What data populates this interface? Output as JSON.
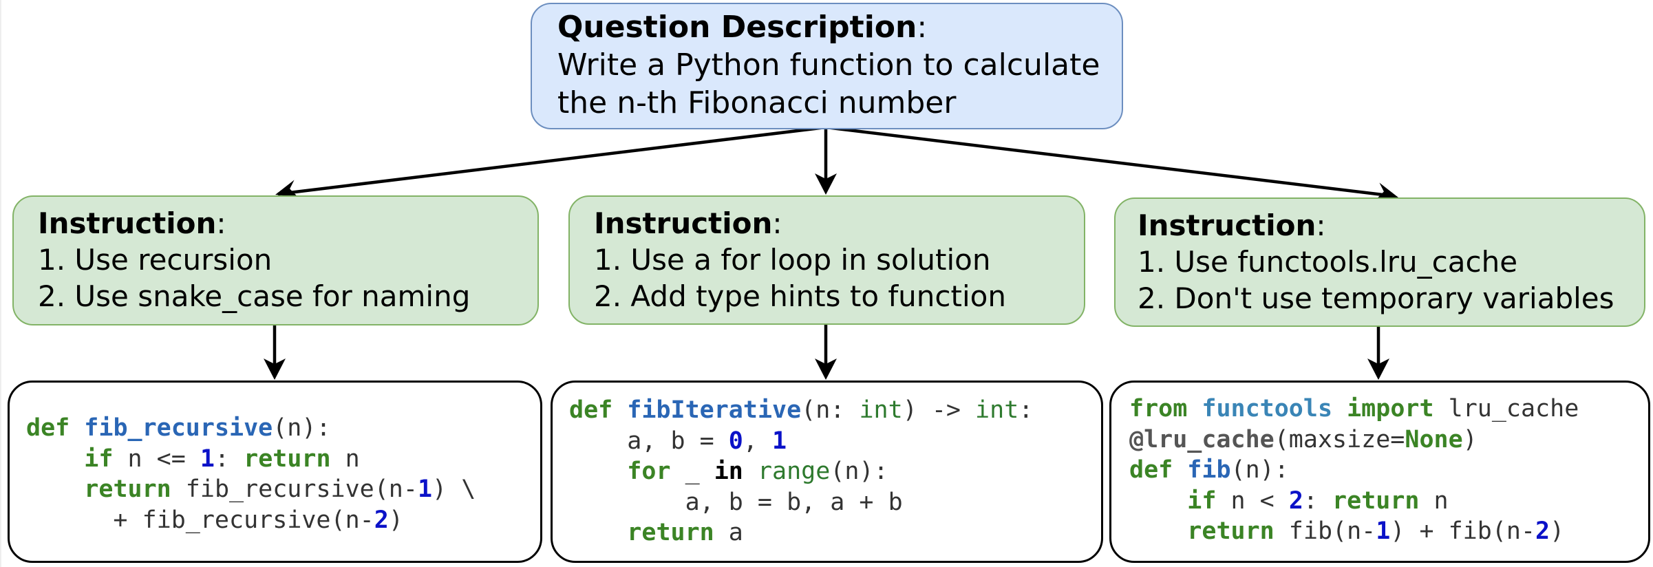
{
  "question": {
    "heading": "Question Description",
    "colon": ":",
    "lines": [
      "Write a Python function to calculate",
      "the n-th Fibonacci number"
    ]
  },
  "instructions": [
    {
      "heading": "Instruction",
      "colon": ":",
      "items": [
        "1. Use recursion",
        "2. Use snake_case for naming"
      ]
    },
    {
      "heading": "Instruction",
      "colon": ":",
      "items": [
        "1. Use a for loop in solution",
        "2. Add type hints to function"
      ]
    },
    {
      "heading": "Instruction",
      "colon": ":",
      "items": [
        "1. Use functools.lru_cache",
        "2. Don't use temporary variables"
      ]
    }
  ],
  "code": [
    {
      "lines": [
        [
          {
            "t": "def",
            "c": "k"
          },
          {
            "t": " "
          },
          {
            "t": "fib_recursive",
            "c": "fn"
          },
          {
            "t": "(n):"
          }
        ],
        [
          {
            "t": "    "
          },
          {
            "t": "if",
            "c": "k"
          },
          {
            "t": " n <= "
          },
          {
            "t": "1",
            "c": "num"
          },
          {
            "t": ": "
          },
          {
            "t": "return",
            "c": "k"
          },
          {
            "t": " n"
          }
        ],
        [
          {
            "t": "    "
          },
          {
            "t": "return",
            "c": "k"
          },
          {
            "t": " fib_recursive(n-"
          },
          {
            "t": "1",
            "c": "num"
          },
          {
            "t": ") \\"
          }
        ],
        [
          {
            "t": "      + fib_recursive(n-"
          },
          {
            "t": "2",
            "c": "num"
          },
          {
            "t": ")"
          }
        ]
      ]
    },
    {
      "lines": [
        [
          {
            "t": "def",
            "c": "k"
          },
          {
            "t": " "
          },
          {
            "t": "fibIterative",
            "c": "fn"
          },
          {
            "t": "(n: "
          },
          {
            "t": "int",
            "c": "bi"
          },
          {
            "t": ") -> "
          },
          {
            "t": "int",
            "c": "bi"
          },
          {
            "t": ":"
          }
        ],
        [
          {
            "t": "    a, b = "
          },
          {
            "t": "0",
            "c": "num"
          },
          {
            "t": ", "
          },
          {
            "t": "1",
            "c": "num"
          }
        ],
        [
          {
            "t": "    "
          },
          {
            "t": "for",
            "c": "k"
          },
          {
            "t": " _ "
          },
          {
            "t": "in",
            "c": "op"
          },
          {
            "t": " "
          },
          {
            "t": "range",
            "c": "bi"
          },
          {
            "t": "(n):"
          }
        ],
        [
          {
            "t": "        a, b = b, a + b"
          }
        ],
        [
          {
            "t": "    "
          },
          {
            "t": "return",
            "c": "k"
          },
          {
            "t": " a"
          }
        ]
      ]
    },
    {
      "lines": [
        [
          {
            "t": "from",
            "c": "k"
          },
          {
            "t": " "
          },
          {
            "t": "functools",
            "c": "mod"
          },
          {
            "t": " "
          },
          {
            "t": "import",
            "c": "k"
          },
          {
            "t": " lru_cache"
          }
        ],
        [
          {
            "t": "@lru_cache",
            "c": "deco"
          },
          {
            "t": "(maxsize="
          },
          {
            "t": "None",
            "c": "k"
          },
          {
            "t": ")"
          }
        ],
        [
          {
            "t": "def",
            "c": "k"
          },
          {
            "t": " "
          },
          {
            "t": "fib",
            "c": "fn"
          },
          {
            "t": "(n):"
          }
        ],
        [
          {
            "t": "    "
          },
          {
            "t": "if",
            "c": "k"
          },
          {
            "t": " n < "
          },
          {
            "t": "2",
            "c": "num"
          },
          {
            "t": ": "
          },
          {
            "t": "return",
            "c": "k"
          },
          {
            "t": " n"
          }
        ],
        [
          {
            "t": "    "
          },
          {
            "t": "return",
            "c": "k"
          },
          {
            "t": " fib(n-"
          },
          {
            "t": "1",
            "c": "num"
          },
          {
            "t": ") + fib(n-"
          },
          {
            "t": "2",
            "c": "num"
          },
          {
            "t": ")"
          }
        ]
      ]
    }
  ],
  "colors": {
    "question_fill": "#dae8fc",
    "question_stroke": "#6c8ebf",
    "instruction_fill": "#d5e8d4",
    "instruction_stroke": "#82b366",
    "keyword": "#3b8425",
    "function_name": "#2a66b5",
    "number": "#0b12c8"
  }
}
